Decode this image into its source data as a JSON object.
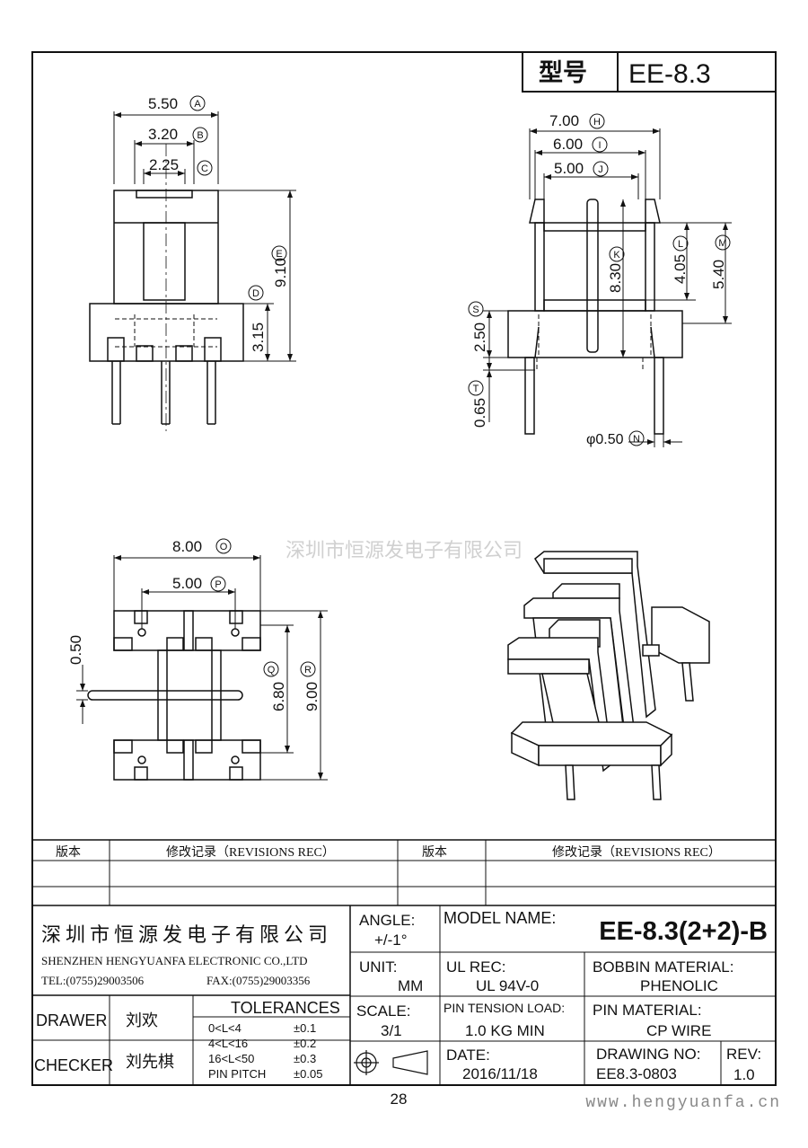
{
  "header": {
    "type_label": "型号",
    "model": "EE-8.3"
  },
  "watermark": "深圳市恒源发电子有限公司",
  "front_view": {
    "dim_a": "5.50",
    "mark_a": "A",
    "dim_b": "3.20",
    "mark_b": "B",
    "dim_c": "2.25",
    "mark_c": "C",
    "dim_e": "9.10",
    "mark_e": "E",
    "dim_d": "3.15",
    "mark_d": "D"
  },
  "side_view": {
    "dim_h": "7.00",
    "mark_h": "H",
    "dim_i": "6.00",
    "mark_i": "I",
    "dim_j": "5.00",
    "mark_j": "J",
    "dim_k": "8.30",
    "mark_k": "K",
    "dim_l": "4.05",
    "mark_l": "L",
    "dim_m": "5.40",
    "mark_m": "M",
    "dim_s": "2.50",
    "mark_s": "S",
    "dim_t": "0.65",
    "mark_t": "T",
    "dim_n": "φ0.50",
    "mark_n": "N"
  },
  "top_view": {
    "dim_o": "8.00",
    "mark_o": "O",
    "dim_p": "5.00",
    "mark_p": "P",
    "dim_q": "6.80",
    "mark_q": "Q",
    "dim_r": "9.00",
    "mark_r": "R",
    "dim_half": "0.50"
  },
  "revisions": {
    "version_label": "版本",
    "rec_label": "修改记录（REVISIONS REC）"
  },
  "company": {
    "name_cn": "深圳市恒源发电子有限公司",
    "name_en": "SHENZHEN HENGYUANFA ELECTRONIC CO.,LTD",
    "tel": "TEL:(0755)29003506",
    "fax": "FAX:(0755)29003356"
  },
  "people": {
    "drawer_label": "DRAWER",
    "drawer": "刘欢",
    "checker_label": "CHECKER",
    "checker": "刘先棋"
  },
  "tolerances": {
    "title": "TOLERANCES",
    "rows": [
      {
        "range": "0<L<4",
        "tol": "±0.1"
      },
      {
        "range": "4<L<16",
        "tol": "±0.2"
      },
      {
        "range": "16<L<50",
        "tol": "±0.3"
      },
      {
        "range": "PIN PITCH",
        "tol": "±0.05"
      }
    ]
  },
  "title_block": {
    "angle_label": "ANGLE:",
    "angle": "+/-1°",
    "model_label": "MODEL NAME:",
    "model_name": "EE-8.3(2+2)-B",
    "unit_label": "UNIT:",
    "unit": "MM",
    "ul_label": "UL REC:",
    "ul": "UL 94V-0",
    "bobbin_label": "BOBBIN MATERIAL:",
    "bobbin": "PHENOLIC",
    "scale_label": "SCALE:",
    "scale": "3/1",
    "pin_tension_label": "PIN TENSION LOAD:",
    "pin_tension": "1.0 KG MIN",
    "pin_material_label": "PIN MATERIAL:",
    "pin_material": "CP WIRE",
    "date_label": "DATE:",
    "date": "2016/11/18",
    "drawing_no_label": "DRAWING NO:",
    "drawing_no": "EE8.3-0803",
    "rev_label": "REV:",
    "rev": "1.0"
  },
  "footer": {
    "page": "28",
    "website": "www.hengyuanfa.cn"
  }
}
